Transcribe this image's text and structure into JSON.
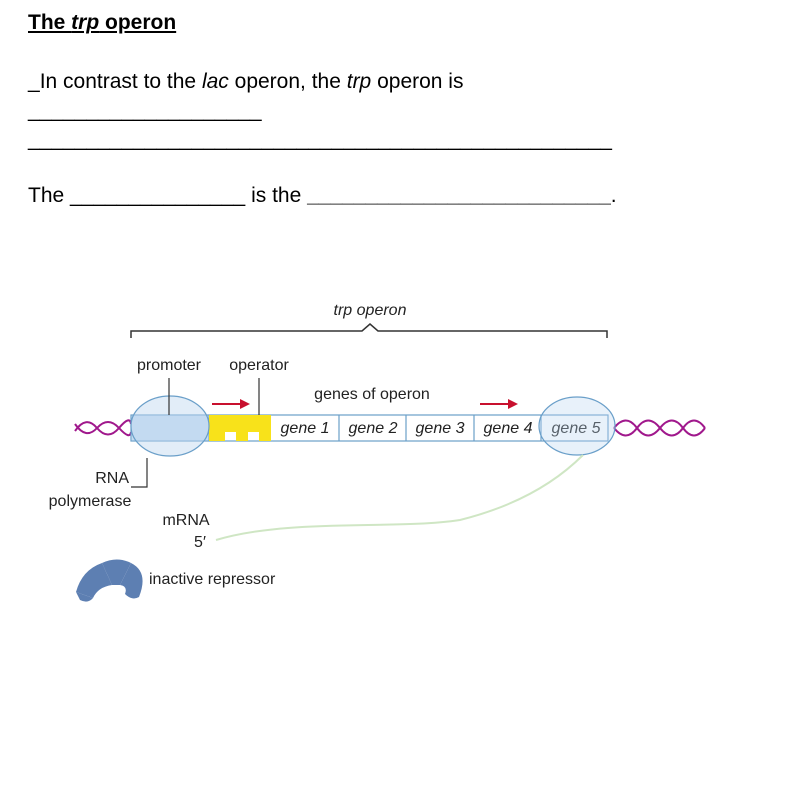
{
  "title": {
    "prefix": "The ",
    "italic": "trp",
    "suffix": " operon"
  },
  "line1": {
    "lead": "_",
    "a": "In contrast to the ",
    "b": "lac",
    "c": " operon, the ",
    "d": "trp",
    "e": " operon is"
  },
  "line2": {
    "blank": "____________________"
  },
  "line3": {
    "blank": "__________________________________________________"
  },
  "line4": {
    "a": "The ",
    "b": "_______________",
    "c": " is the ",
    "d": "__________________________",
    "e": "."
  },
  "diagram": {
    "operon_label": "trp operon",
    "promoter_label": "promoter",
    "operator_label": "operator",
    "genes_label": "genes of operon",
    "genes": [
      "gene 1",
      "gene 2",
      "gene 3",
      "gene 4",
      "gene 5"
    ],
    "rna_label": "RNA",
    "polymerase_label": "polymerase",
    "mrna_label": "mRNA",
    "five_prime_label": "5′",
    "repressor_label": "inactive repressor",
    "colors": {
      "dna_strand": "#a0188c",
      "promoter": "#c6dcf2",
      "operator": "#f8e21a",
      "arrow": "#c8102e",
      "repressor": "#5d7fb2",
      "mrna": "#cfe6c4"
    }
  }
}
